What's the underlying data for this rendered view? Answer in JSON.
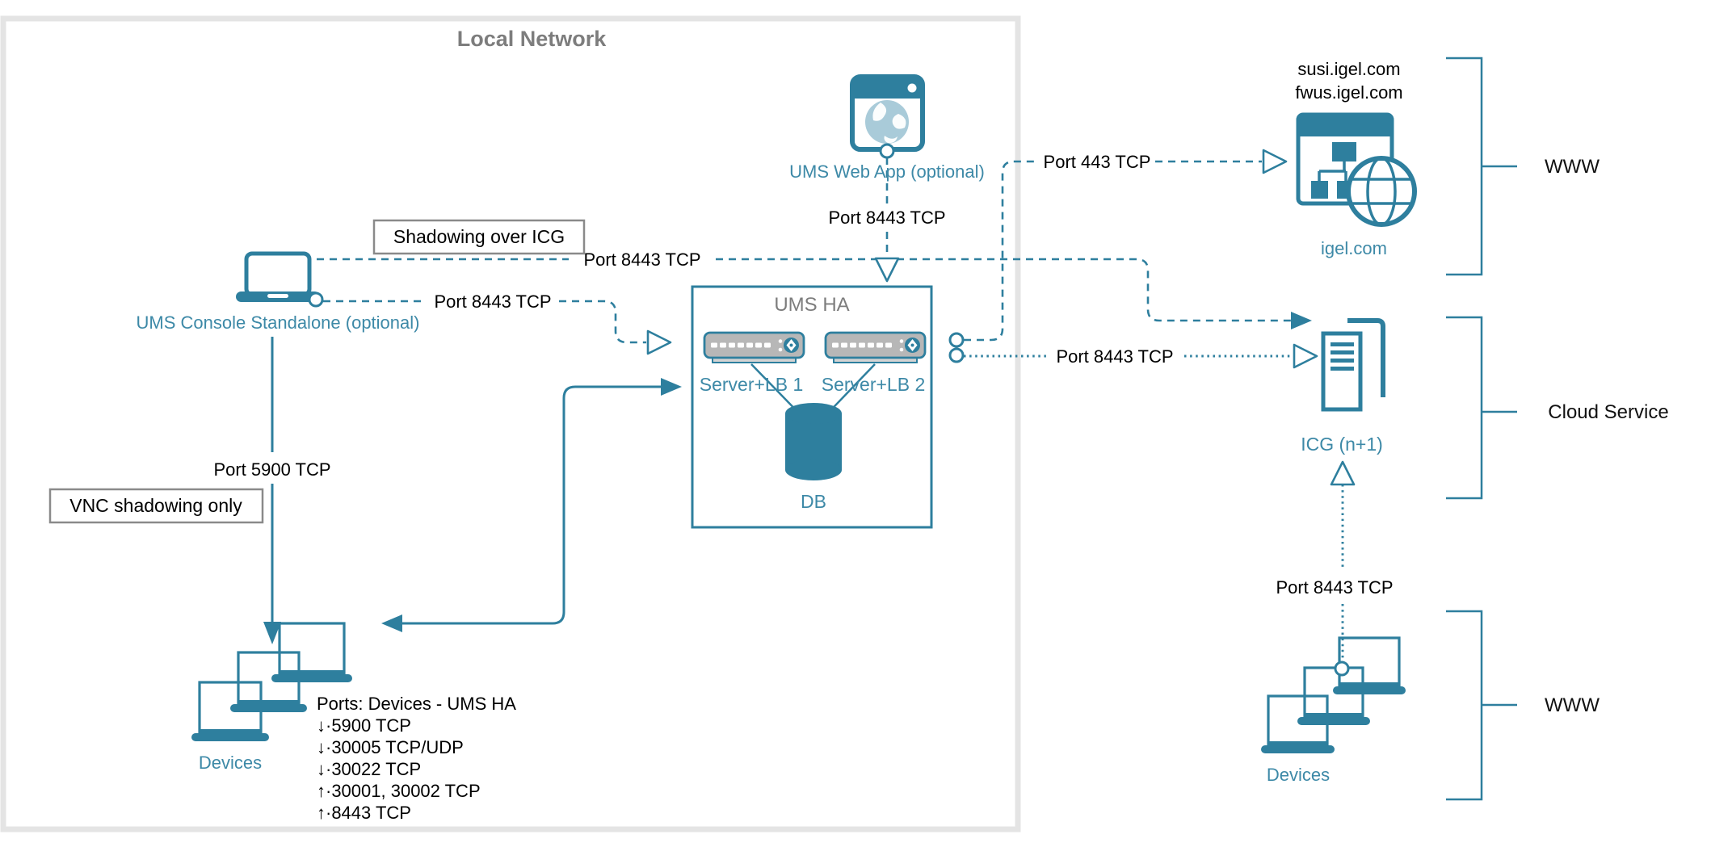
{
  "colors": {
    "teal": "#2E7F9E",
    "teal_text": "#3D89A7",
    "gray_title": "#7D7D7D",
    "server_gray": "#B7B7B7",
    "server_base": "#D4D4D4",
    "globe_light": "#A9CBD9",
    "border_light": "#E4E4E4",
    "callout_border": "#8A8A8A"
  },
  "local_network": {
    "title": "Local Network"
  },
  "console": {
    "label": "UMS Console Standalone (optional)"
  },
  "web_app": {
    "label": "UMS Web App (optional)"
  },
  "ums_ha": {
    "title": "UMS HA",
    "server1_label": "Server+LB 1",
    "server2_label": "Server+LB 2",
    "db_label": "DB"
  },
  "devices_local": {
    "label": "Devices"
  },
  "devices_www": {
    "label": "Devices"
  },
  "icg": {
    "label": "ICG (n+1)"
  },
  "igel": {
    "label": "igel.com",
    "domains": [
      "susi.igel.com",
      "fwus.igel.com"
    ]
  },
  "callouts": {
    "shadowing": "Shadowing over ICG",
    "vnc": "VNC shadowing only"
  },
  "edges": {
    "shadowing_port": "Port 8443 TCP",
    "console_port": "Port 8443 TCP",
    "webapp_port": "Port 8443 TCP",
    "https_port": "Port 443 TCP",
    "icg_port": "Port 8443 TCP",
    "icg_devices_port": "Port 8443 TCP",
    "vnc_port": "Port 5900 TCP"
  },
  "ports_note": {
    "lines": [
      "Ports: Devices - UMS HA",
      "↓·5900 TCP",
      "↓·30005 TCP/UDP",
      "↓·30022 TCP",
      "↑·30001, 30002 TCP",
      "↑·8443 TCP"
    ]
  },
  "zones": {
    "www_top": "WWW",
    "cloud": "Cloud Service",
    "www_bottom": "WWW"
  }
}
